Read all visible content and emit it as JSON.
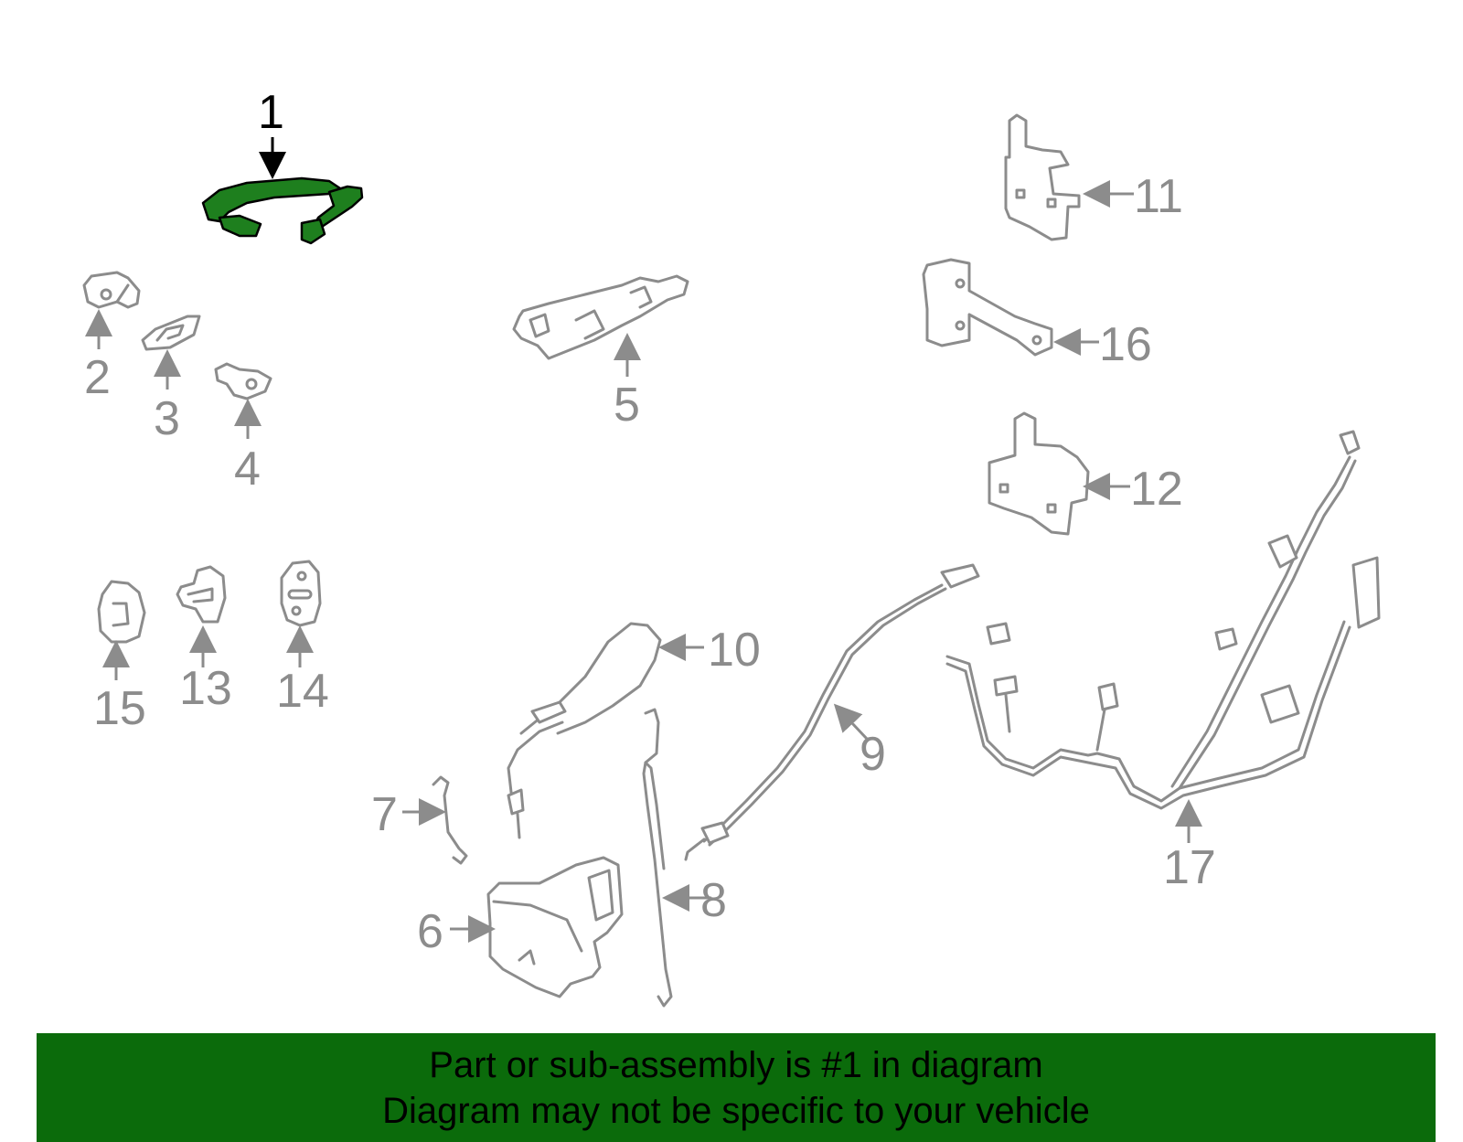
{
  "diagram": {
    "highlighted_part": "1",
    "callouts": [
      "1",
      "2",
      "3",
      "4",
      "5",
      "6",
      "7",
      "8",
      "9",
      "10",
      "11",
      "12",
      "13",
      "14",
      "15",
      "16",
      "17"
    ]
  },
  "banner": {
    "line1": "Part or sub-assembly is #1 in diagram",
    "line2": "Diagram may not be specific to your vehicle"
  },
  "colors": {
    "highlight": "#1e7f1e",
    "parts": "#8c8c8c",
    "banner": "#0b6b0b"
  }
}
